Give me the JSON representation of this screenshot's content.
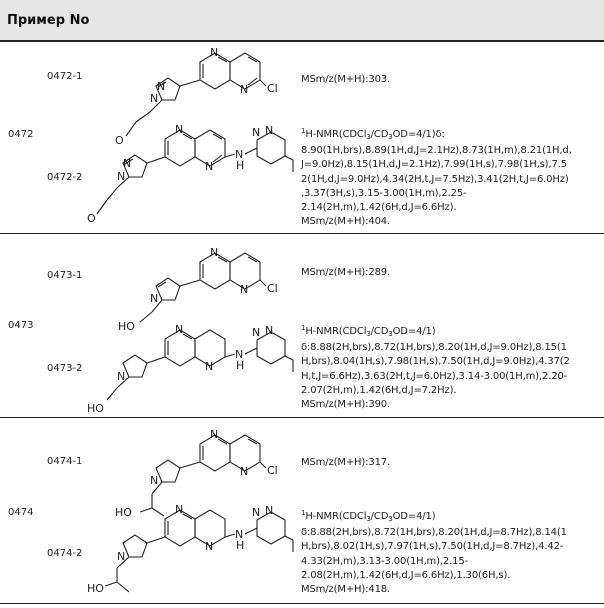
{
  "header": {
    "title": "Пример No"
  },
  "rows": [
    {
      "example": "0472",
      "compounds": [
        {
          "id": "0472-1",
          "data_lines": [
            "MSm/z(M+H):303."
          ]
        },
        {
          "id": "0472-2",
          "nmr_head": "H-NMR(CDCl",
          "nmr_mid": "/CD",
          "nmr_tail": "OD=4/1)δ:",
          "data_lines": [
            "8.90(1H,brs),8.89(1H,d,J=2.1Hz),8.73(1H,m),8.21(1H,d,",
            "J=9.0Hz),8.15(1H,d,J=2.1Hz),7.99(1H,s),7.98(1H,s),7.5",
            "2(1H,d,J=9.0Hz),4.34(2H,t,J=7.5Hz),3.41(2H,t,J=6.0Hz)",
            ",3.37(3H,s),3.15-3.00(1H,m),2.25-",
            "2.14(2H,m),1.42(6H,d,J=6.6Hz).",
            "MSm/z(M+H):404."
          ]
        }
      ]
    },
    {
      "example": "0473",
      "compounds": [
        {
          "id": "0473-1",
          "data_lines": [
            "MSm/z(M+H):289."
          ]
        },
        {
          "id": "0473-2",
          "nmr_head": "H-NMR(CDCl",
          "nmr_mid": "/CD",
          "nmr_tail": "OD=4/1)",
          "data_lines": [
            "δ:8.88(2H,brs),8.72(1H,brs),8.20(1H,d,J=9.0Hz),8.15(1",
            "H,brs),8.04(1H,s),7.98(1H,s),7.50(1H,d,J=9.0Hz),4.37(2",
            "H,t,J=6.6Hz),3.63(2H,t,J=6.0Hz),3.14-3.00(1H,m),2.20-",
            "2.07(2H,m),1.42(6H,d,J=7.2Hz).",
            "MSm/z(M+H):390."
          ]
        }
      ]
    },
    {
      "example": "0474",
      "compounds": [
        {
          "id": "0474-1",
          "data_lines": [
            "MSm/z(M+H):317."
          ]
        },
        {
          "id": "0474-2",
          "nmr_head": "H-NMR(CDCl",
          "nmr_mid": "/CD",
          "nmr_tail": "OD=4/1)",
          "data_lines": [
            "δ:8.88(2H,brs),8.72(1H,brs),8.20(1H,d,J=8.7Hz),8.14(1",
            "H,brs),8.02(1H,s),7.97(1H,s),7.50(1H,d,J=8.7Hz),4.42-",
            "4.33(2H,m),3.13-3.00(1H,m),2.15-",
            "2.08(2H,m),1.42(6H,d,J=6.6Hz),1.30(6H,s).",
            "MSm/z(M+H):418."
          ]
        }
      ]
    }
  ],
  "atoms": {
    "N": "N",
    "Cl": "Cl",
    "H": "H",
    "O": "O",
    "HO": "HO",
    "one": "1",
    "three": "3"
  }
}
